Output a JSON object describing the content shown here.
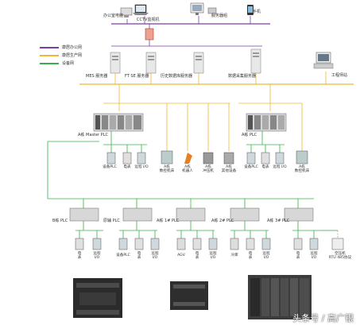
{
  "legend": [
    {
      "label": "康居办公网",
      "color": "#7b3fa3"
    },
    {
      "label": "康居生产网",
      "color": "#f2b632"
    },
    {
      "label": "设备网",
      "color": "#35b24a"
    }
  ],
  "top": {
    "office_pc": "办公室电脑",
    "cctv": "CCTV监视机",
    "printer": "服务器组",
    "phone": "手机"
  },
  "servers": {
    "mes": "MES 服务器",
    "ftse": "FT SE 服务器",
    "history": "历史数据库服务器",
    "collect": "数据采集服务器",
    "workstation": "工程师站"
  },
  "masters": {
    "a_master": "A栋 Master PLC",
    "b_plc": "A栋 PLC"
  },
  "a_children": [
    "设备PLC",
    "电表",
    "远程 I/O"
  ],
  "a_equipment": [
    "A栋\n数控机床",
    "A栋\n机器人",
    "A栋\n冲压机",
    "A栋\n其他设备"
  ],
  "b_children": [
    "设备PLC",
    "电表",
    "远程 I/O"
  ],
  "b_equipment": [
    "A栋\n数控机床"
  ],
  "sub_plcs": [
    "B栋 PLC",
    "原辅 PLC",
    "A栋 1# PLC",
    "A栋 2# PLC",
    "A栋 3# PLC"
  ],
  "bottom_labels": [
    "电\n表",
    "远程\nI/O",
    "设备PLC",
    "电\n表",
    "远程\nI/O",
    "AGV",
    "电\n表",
    "远程\nI/O",
    "冷库",
    "电\n表",
    "远程\nI/O",
    "电\n表",
    "远程\nI/O",
    "空压机\nRTU 485协议"
  ],
  "watermark": "头条号 / 高广银"
}
